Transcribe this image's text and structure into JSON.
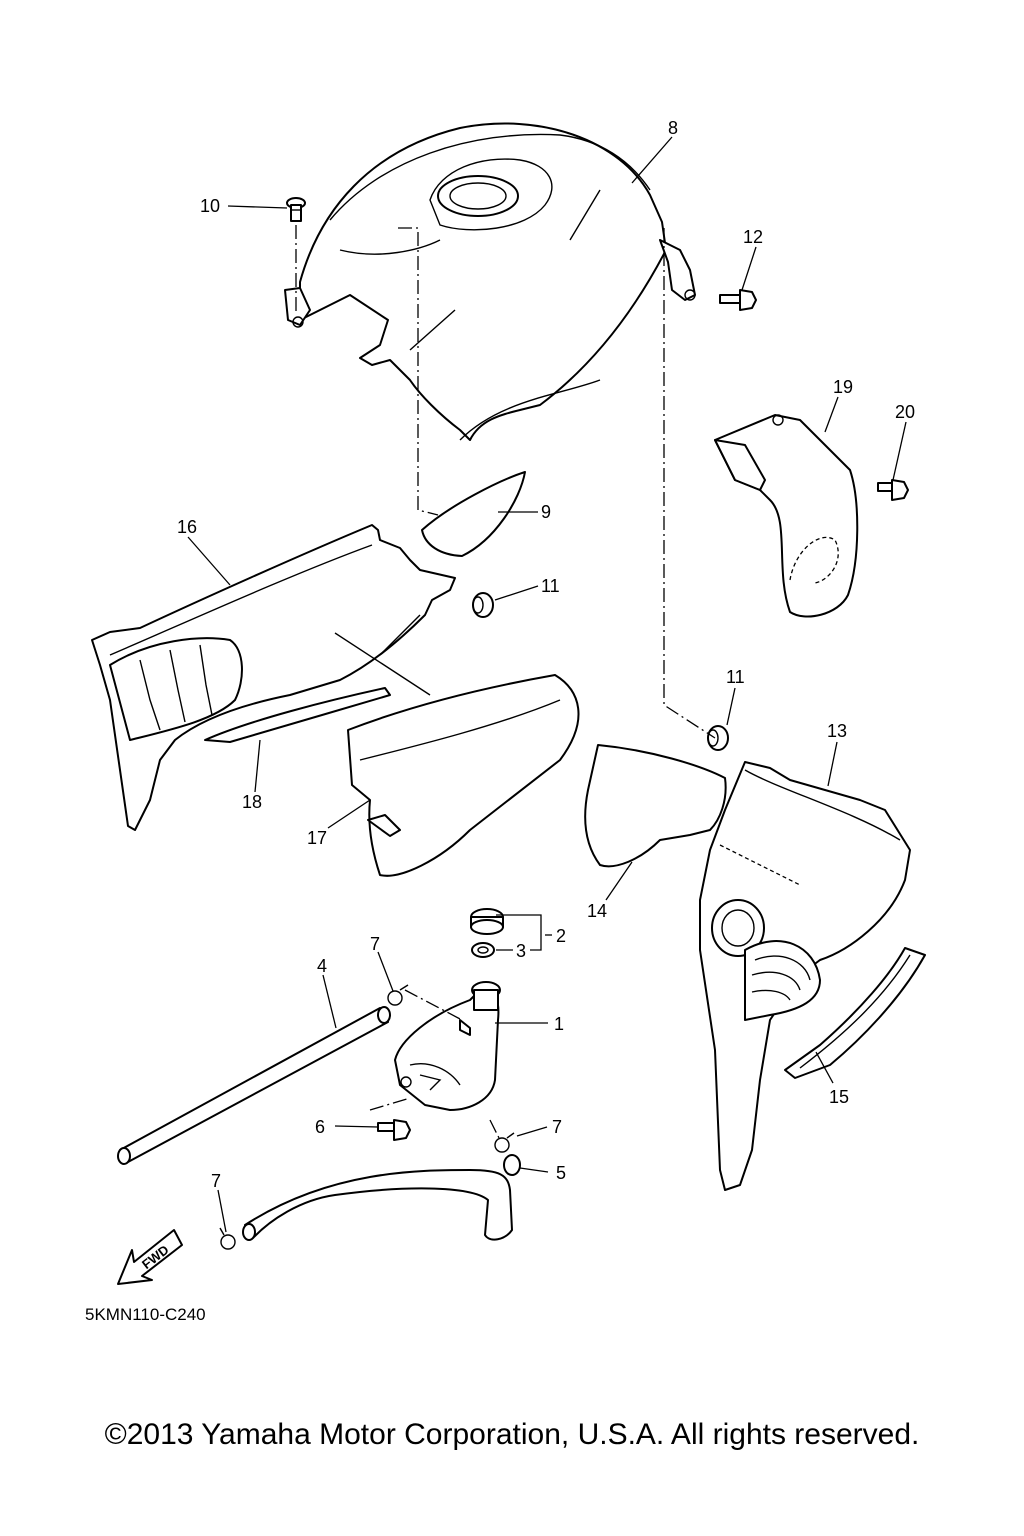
{
  "diagram_code": "5KMN110-C240",
  "fwd_label": "FWD",
  "copyright": "©2013 Yamaha Motor Corporation, U.S.A. All rights reserved.",
  "callouts": {
    "c1": "1",
    "c2": "2",
    "c3": "3",
    "c4": "4",
    "c5": "5",
    "c6": "6",
    "c7a": "7",
    "c7b": "7",
    "c7c": "7",
    "c8": "8",
    "c9": "9",
    "c10": "10",
    "c11a": "11",
    "c11b": "11",
    "c12": "12",
    "c13": "13",
    "c14": "14",
    "c15": "15",
    "c16": "16",
    "c17": "17",
    "c18": "18",
    "c19": "19",
    "c20": "20"
  }
}
